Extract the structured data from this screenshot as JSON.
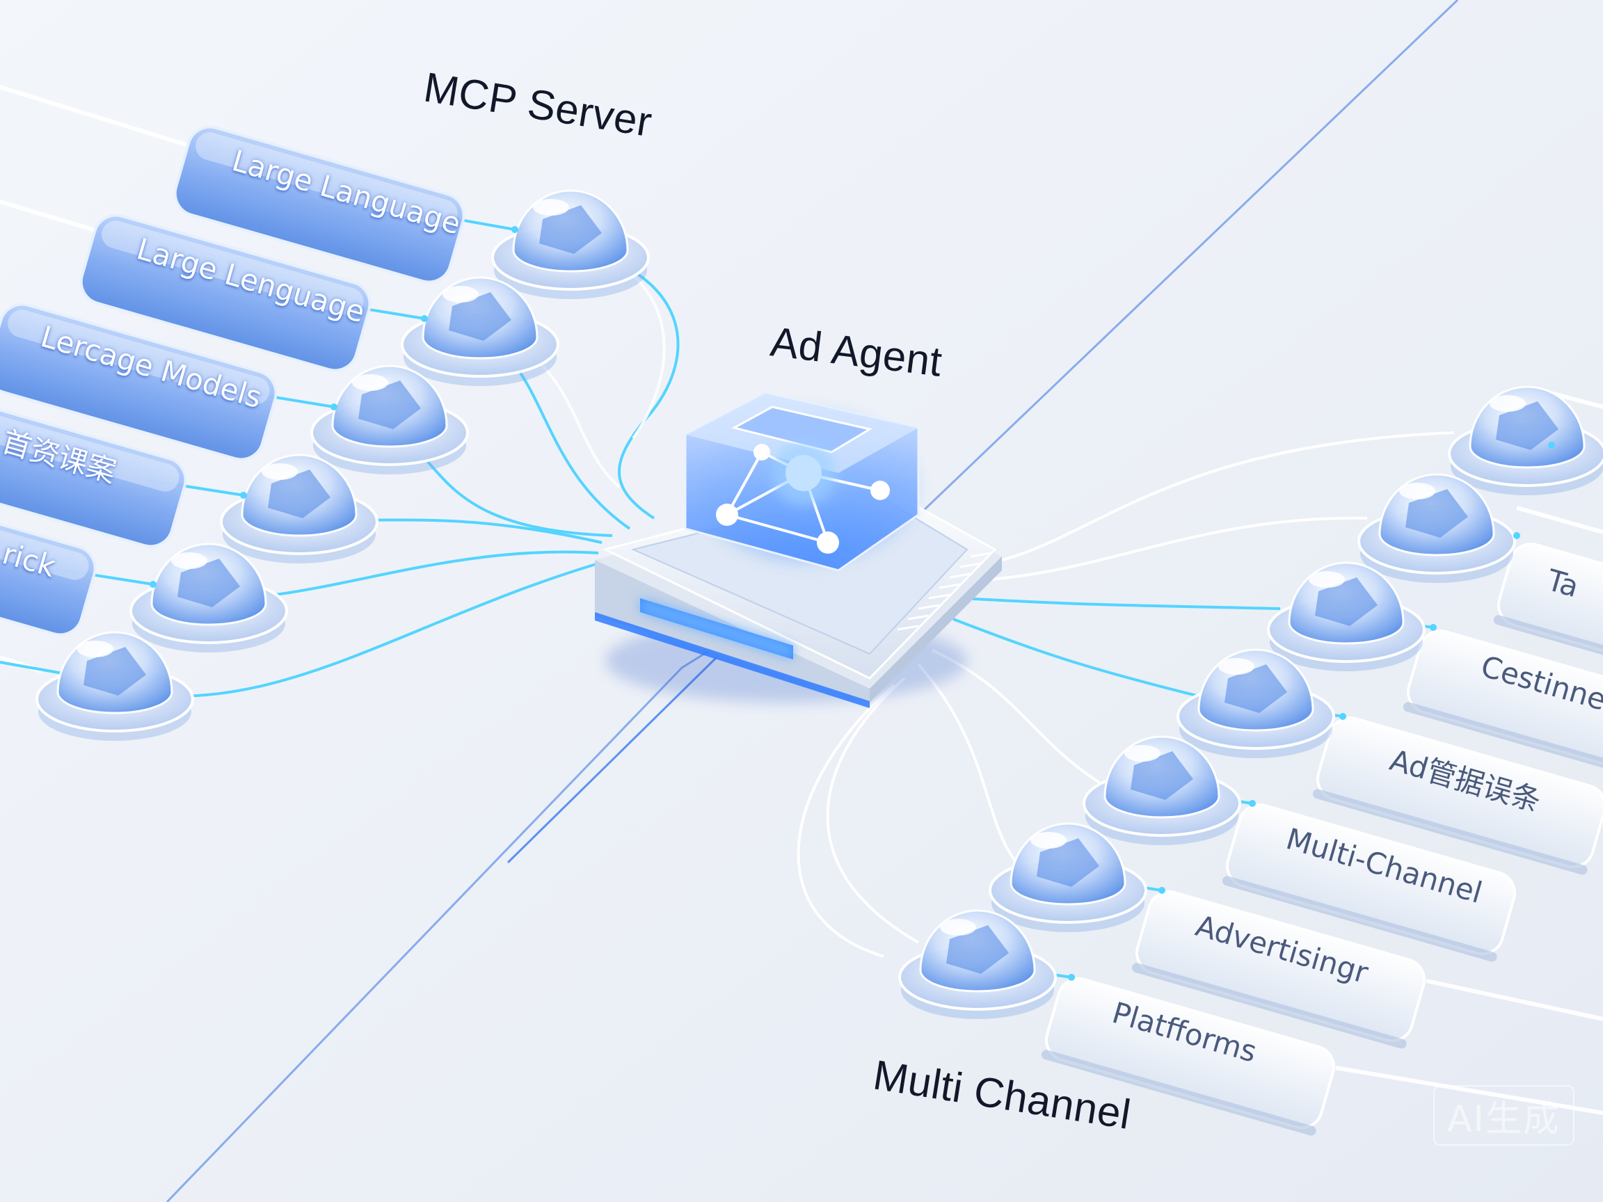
{
  "headings": {
    "mcp_server": "MCP Server",
    "ad_agent": "Ad Agent",
    "multi_channel": "Multi Channel"
  },
  "left_pills": [
    {
      "label": "Large Language"
    },
    {
      "label": "Large Lenguage"
    },
    {
      "label": "Lercage Models"
    },
    {
      "label": "首资课案"
    },
    {
      "label": "rick"
    }
  ],
  "right_pills": [
    {
      "label": "Ta"
    },
    {
      "label": "Cestinne"
    },
    {
      "label": "Ad管据误条"
    },
    {
      "label": "Multi-Channel"
    },
    {
      "label": "Advertisingr"
    },
    {
      "label": "Platfforms"
    }
  ],
  "watermark": "AI生成",
  "colors": {
    "background": "#eef2f8",
    "glow_blue": "#2f7bff",
    "line_cyan": "#54d4ff",
    "heading": "#121829"
  }
}
